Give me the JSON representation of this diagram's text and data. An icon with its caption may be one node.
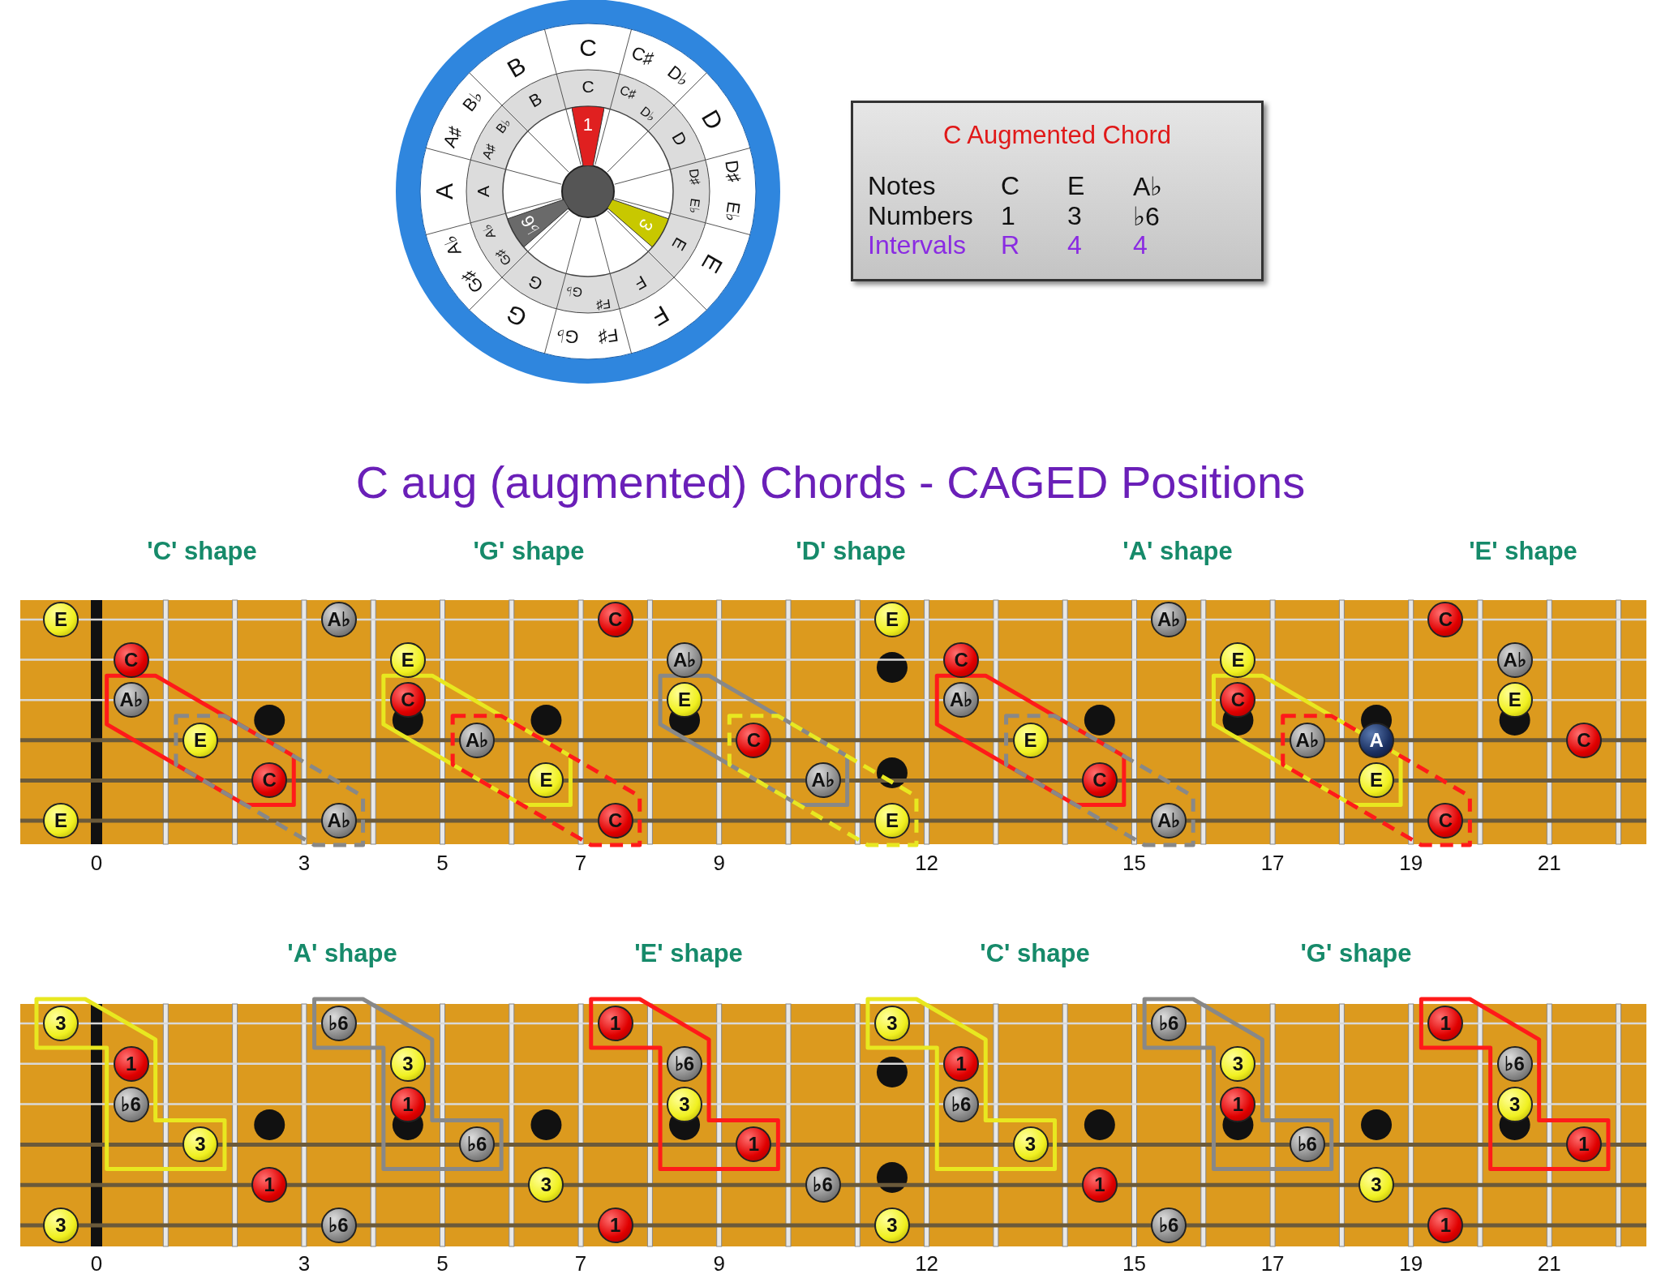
{
  "diagram": {
    "title": "C aug (augmented) Chords - CAGED Positions",
    "nodes": [
      {
        "text": [
          "1"
        ]
      },
      {
        "text": [
          "3"
        ]
      },
      {
        "text": [
          "♭6"
        ]
      },
      {
        "text": [
          "C Augmented Chord",
          "Notes",
          "C",
          "E",
          "A♭",
          "Numbers",
          "1",
          "3",
          "♭6",
          "Intervals",
          "R",
          "4",
          "4"
        ]
      },
      {
        "text": [
          "E"
        ]
      },
      {
        "text": [
          "A♭"
        ]
      },
      {
        "text": [
          "C"
        ]
      },
      {
        "text": [
          "E"
        ]
      },
      {
        "text": [
          "A♭"
        ]
      },
      {
        "text": [
          "C"
        ]
      },
      {
        "text": [
          "C"
        ]
      },
      {
        "text": [
          "E"
        ]
      },
      {
        "text": [
          "A♭"
        ]
      },
      {
        "text": [
          "C"
        ]
      },
      {
        "text": [
          "E"
        ]
      },
      {
        "text": [
          "A♭"
        ]
      },
      {
        "text": [
          "A♭"
        ]
      },
      {
        "text": [
          "C"
        ]
      },
      {
        "text": [
          "E"
        ]
      },
      {
        "text": [
          "A♭"
        ]
      },
      {
        "text": [
          "C"
        ]
      },
      {
        "text": [
          "E"
        ]
      },
      {
        "text": [
          "E"
        ]
      },
      {
        "text": [
          "A♭"
        ]
      },
      {
        "text": [
          "C"
        ]
      },
      {
        "text": [
          "E"
        ]
      },
      {
        "text": [
          "A♭"
        ]
      },
      {
        "text": [
          "A"
        ]
      },
      {
        "text": [
          "C"
        ]
      },
      {
        "text": [
          "C"
        ]
      },
      {
        "text": [
          "E"
        ]
      },
      {
        "text": [
          "A♭"
        ]
      },
      {
        "text": [
          "C"
        ]
      },
      {
        "text": [
          "E"
        ]
      },
      {
        "text": [
          "E"
        ]
      },
      {
        "text": [
          "A♭"
        ]
      },
      {
        "text": [
          "C"
        ]
      },
      {
        "text": [
          "E"
        ]
      },
      {
        "text": [
          "A♭"
        ]
      },
      {
        "text": [
          "C"
        ]
      },
      {
        "text": [
          "3"
        ]
      },
      {
        "text": [
          "♭6"
        ]
      },
      {
        "text": [
          "1"
        ]
      },
      {
        "text": [
          "3"
        ]
      },
      {
        "text": [
          "♭6"
        ]
      },
      {
        "text": [
          "1"
        ]
      },
      {
        "text": [
          "1"
        ]
      },
      {
        "text": [
          "3"
        ]
      },
      {
        "text": [
          "♭6"
        ]
      },
      {
        "text": [
          "1"
        ]
      },
      {
        "text": [
          "3"
        ]
      },
      {
        "text": [
          "♭6"
        ]
      },
      {
        "text": [
          "♭6"
        ]
      },
      {
        "text": [
          "1"
        ]
      },
      {
        "text": [
          "3"
        ]
      },
      {
        "text": [
          "♭6"
        ]
      },
      {
        "text": [
          "1"
        ]
      },
      {
        "text": [
          "3"
        ]
      },
      {
        "text": [
          "3"
        ]
      },
      {
        "text": [
          "♭6"
        ]
      },
      {
        "text": [
          "1"
        ]
      },
      {
        "text": [
          "3"
        ]
      },
      {
        "text": [
          "♭6"
        ]
      },
      {
        "text": [
          "1"
        ]
      },
      {
        "text": [
          "1"
        ]
      },
      {
        "text": [
          "3"
        ]
      },
      {
        "text": [
          "♭6"
        ]
      },
      {
        "text": [
          "1"
        ]
      },
      {
        "text": [
          "3"
        ]
      },
      {
        "text": [
          "3"
        ]
      },
      {
        "text": [
          "♭6"
        ]
      },
      {
        "text": [
          "1"
        ]
      },
      {
        "text": [
          "3"
        ]
      },
      {
        "text": [
          "♭6"
        ]
      },
      {
        "text": [
          "1"
        ]
      }
    ],
    "labels": [
      "C",
      "C♯",
      "D♭",
      "D",
      "D♯",
      "E♭",
      "E",
      "F",
      "G♭",
      "F♯",
      "G",
      "G♯",
      "A♭",
      "A",
      "A♯",
      "B♭",
      "B",
      "C",
      "C♯",
      "D♭",
      "D",
      "D♯",
      "E♭",
      "E",
      "F",
      "G♭",
      "F♯",
      "G",
      "G♯",
      "A♭",
      "A",
      "A♯",
      "B♭",
      "B",
      "'C' shape",
      "'G' shape",
      "'D' shape",
      "'A' shape",
      "'E' shape",
      "0",
      "3",
      "5",
      "7",
      "9",
      "12",
      "15",
      "17",
      "19",
      "21",
      "'A' shape",
      "'E' shape",
      "'C' shape",
      "'G' shape",
      "0",
      "3",
      "5",
      "7",
      "9",
      "12",
      "15",
      "17",
      "19",
      "21"
    ]
  }
}
